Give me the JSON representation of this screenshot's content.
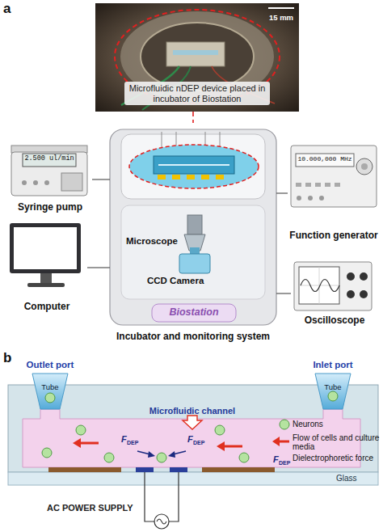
{
  "diagram": {
    "nodes": [
      {
        "text": [
          "15 mm",
          "Microfluidic nDEP device placed in incubator of Biostation"
        ]
      },
      {
        "text": [
          "2.500 ul/min",
          "Syringe pump"
        ]
      },
      {
        "text": [
          "Computer"
        ]
      },
      {
        "text": [
          "Biostation",
          "Incubator and monitoring system"
        ]
      },
      {
        "text": [
          "10.000,000 MHz",
          "Function generator"
        ]
      },
      {
        "text": [
          "Oscilloscope"
        ]
      },
      {
        "text": [
          "Outlet port",
          "Tube"
        ]
      },
      {
        "text": [
          "Inlet port",
          "Tube"
        ]
      },
      {
        "text": [
          "Microfluidic channel"
        ]
      }
    ],
    "edges": [
      {
        "from": 0,
        "to": 3,
        "arrow": "none"
      },
      {
        "from": 1,
        "to": 3,
        "arrow": "none"
      },
      {
        "from": 2,
        "to": 3,
        "arrow": "none"
      },
      {
        "from": 3,
        "to": 4,
        "arrow": "none"
      },
      {
        "from": 3,
        "to": 5,
        "arrow": "none"
      }
    ],
    "labels": [
      "a",
      "Microscope",
      "CCD Camera",
      "b",
      "F",
      "DEP",
      "F",
      "DEP",
      "F",
      "DEP",
      "Glass",
      "AC POWER SUPPLY"
    ],
    "legend": [
      {
        "text": "Neurons"
      },
      {
        "text": "Flow of cells and culture media"
      },
      {
        "text": "Dielectrophoretic force"
      }
    ]
  }
}
